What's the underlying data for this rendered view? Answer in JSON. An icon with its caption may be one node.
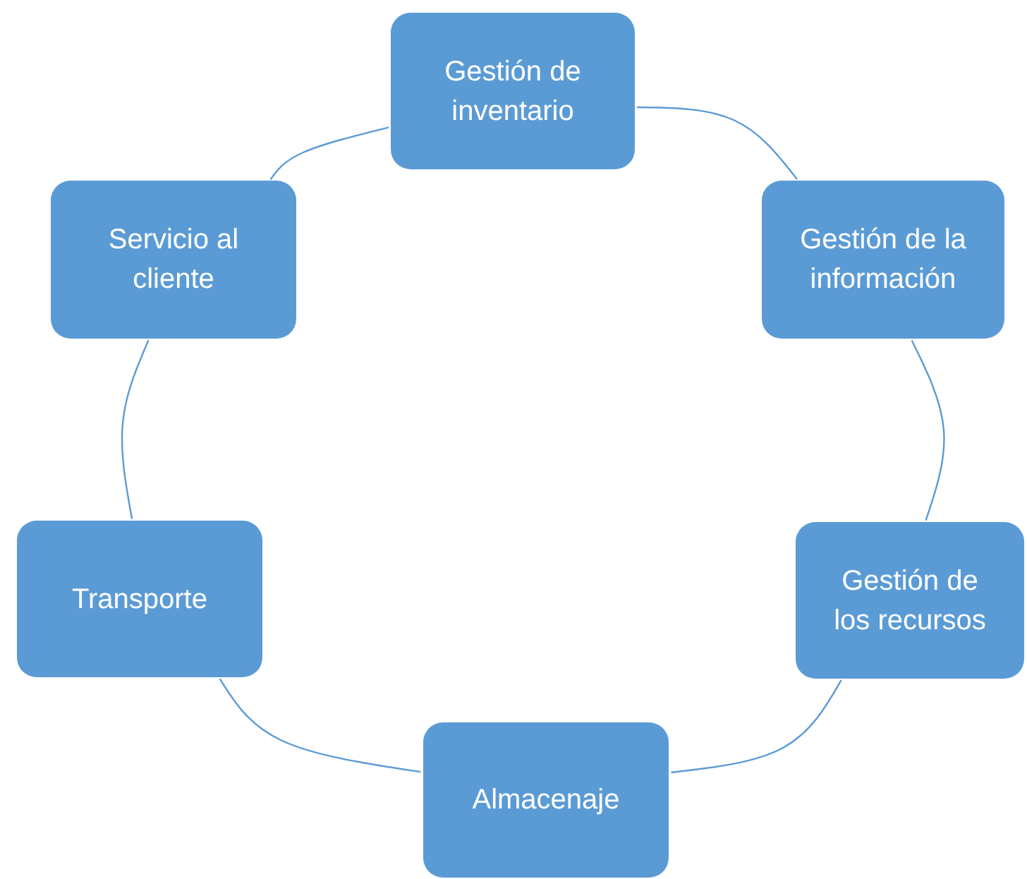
{
  "diagram": {
    "nodes": [
      {
        "text": [
          "Gestión de inventario"
        ]
      },
      {
        "text": [
          "Gestión de la información"
        ]
      },
      {
        "text": [
          "Gestión de los recursos"
        ]
      },
      {
        "text": [
          "Almacenaje"
        ]
      },
      {
        "text": [
          "Transporte"
        ]
      },
      {
        "text": [
          "Servicio al cliente"
        ]
      }
    ],
    "edges": [
      {
        "from": 0,
        "to": 1,
        "arrow": "none"
      },
      {
        "from": 1,
        "to": 2,
        "arrow": "none"
      },
      {
        "from": 2,
        "to": 3,
        "arrow": "none"
      },
      {
        "from": 3,
        "to": 4,
        "arrow": "none"
      },
      {
        "from": 4,
        "to": 5,
        "arrow": "none"
      },
      {
        "from": 5,
        "to": 0,
        "arrow": "none"
      }
    ]
  }
}
